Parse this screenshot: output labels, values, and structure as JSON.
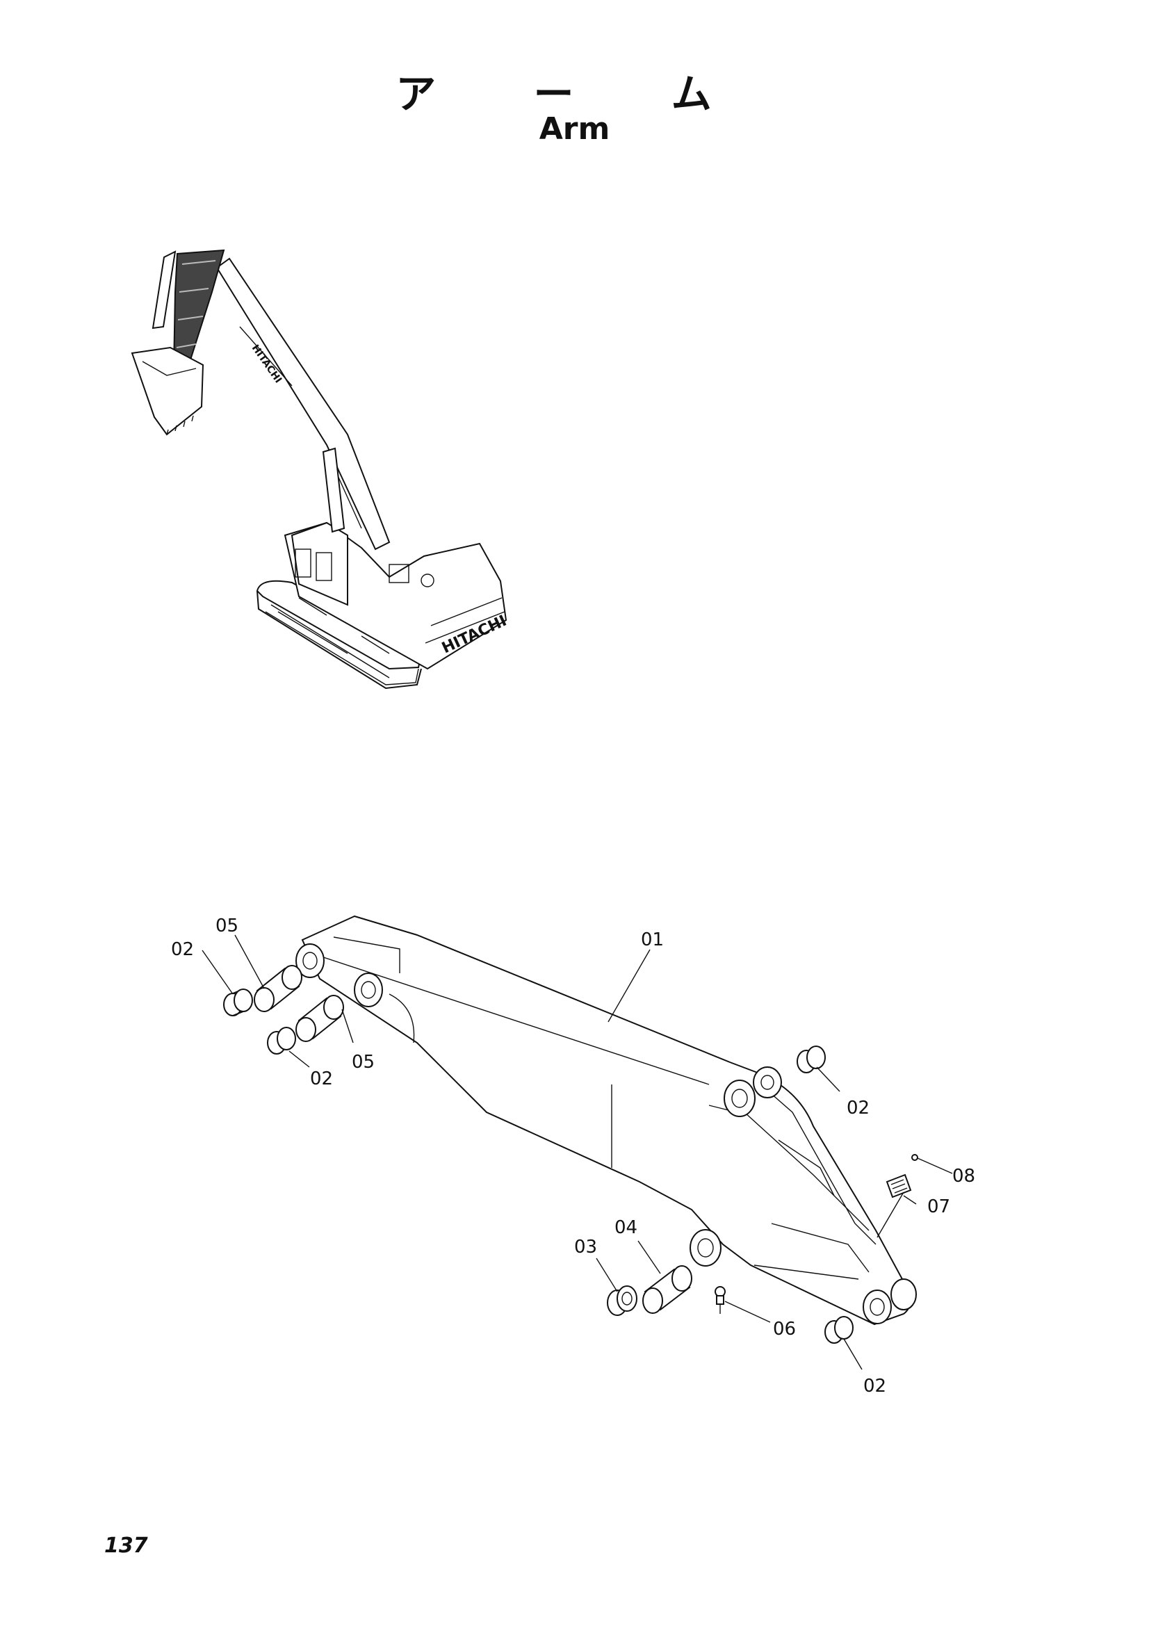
{
  "title_jp": "ア ー ム",
  "title_en": "Arm",
  "overview_label": "HITACHI",
  "callouts": [
    {
      "id": "c01",
      "text": "01"
    },
    {
      "id": "c02a",
      "text": "02"
    },
    {
      "id": "c05a",
      "text": "05"
    },
    {
      "id": "c02b",
      "text": "02"
    },
    {
      "id": "c05b",
      "text": "05"
    },
    {
      "id": "c02c",
      "text": "02"
    },
    {
      "id": "c08",
      "text": "08"
    },
    {
      "id": "c07",
      "text": "07"
    },
    {
      "id": "c04",
      "text": "04"
    },
    {
      "id": "c03",
      "text": "03"
    },
    {
      "id": "c06",
      "text": "06"
    },
    {
      "id": "c02d",
      "text": "02"
    }
  ],
  "page_number": "137"
}
